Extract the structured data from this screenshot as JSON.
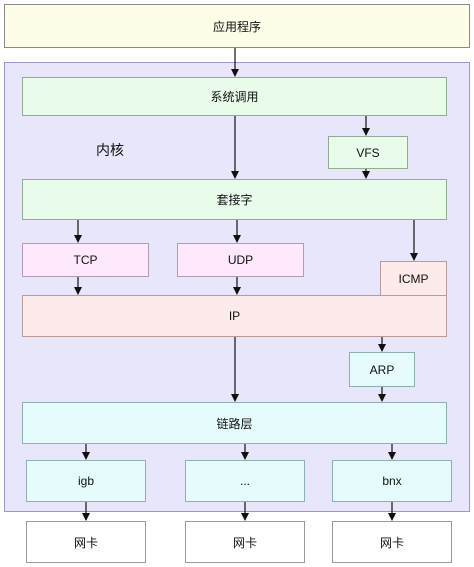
{
  "application": "应用程序",
  "kernel_label": "内核",
  "syscall": "系统调用",
  "vfs": "VFS",
  "socket": "套接字",
  "tcp": "TCP",
  "udp": "UDP",
  "icmp": "ICMP",
  "ip": "IP",
  "arp": "ARP",
  "link_layer": "链路层",
  "drivers": [
    "igb",
    "...",
    "bnx"
  ],
  "nics": [
    "网卡",
    "网卡",
    "网卡"
  ],
  "colors": {
    "application": "#fdfde8",
    "kernel": "#e8e6fb",
    "syscall_socket_vfs": "#e9fbe9",
    "tcp_udp": "#fde9fb",
    "ip_icmp": "#fdeaea",
    "link_arp_drivers": "#e6fbfb",
    "nic": "#ffffff"
  }
}
